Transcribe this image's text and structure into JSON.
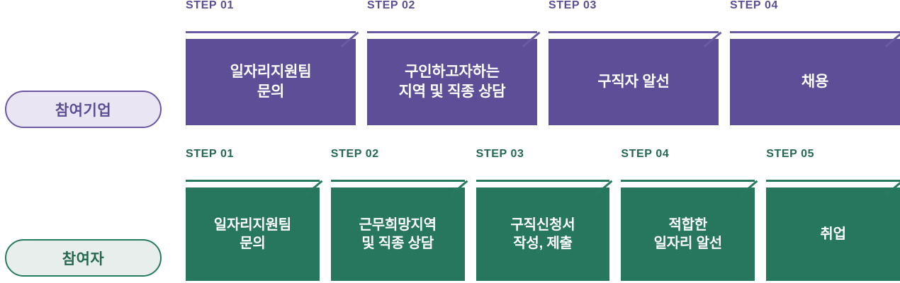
{
  "diagram": {
    "rows": [
      {
        "id": "company",
        "role_label": "참여기업",
        "accent": "#5e4e98",
        "steps": [
          {
            "label": "STEP 01",
            "text": "일자리지원팀\n문의"
          },
          {
            "label": "STEP 02",
            "text": "구인하고자하는\n지역 및 직종 상담"
          },
          {
            "label": "STEP 03",
            "text": "구직자 알선"
          },
          {
            "label": "STEP 04",
            "text": "채용"
          }
        ]
      },
      {
        "id": "participant",
        "role_label": "참여자",
        "accent": "#27775e",
        "steps": [
          {
            "label": "STEP 01",
            "text": "일자리지원팀\n문의"
          },
          {
            "label": "STEP 02",
            "text": "근무희망지역\n및 직종 상담"
          },
          {
            "label": "STEP 03",
            "text": "구직신청서\n작성, 제출"
          },
          {
            "label": "STEP 04",
            "text": "적합한\n일자리 알선"
          },
          {
            "label": "STEP 05",
            "text": "취업"
          }
        ]
      }
    ]
  }
}
